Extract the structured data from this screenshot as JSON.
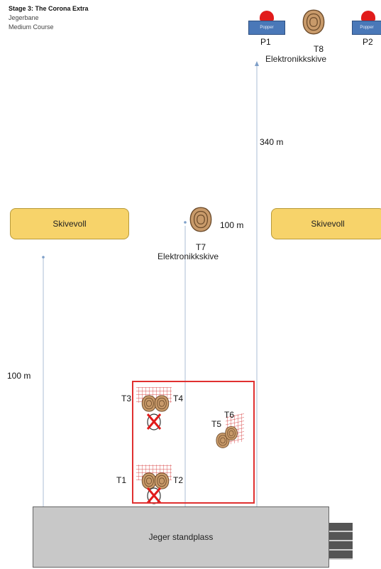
{
  "header": {
    "line1": "Stage 3: The Corona Extra",
    "line2": "Jegerbane",
    "line3": "Medium Course"
  },
  "targets": {
    "p1_box": "Popper",
    "p2_box": "Popper",
    "p1": "P1",
    "p2": "P2",
    "t8": "T8",
    "t8_sub": "Elektronikkskive",
    "t7": "T7",
    "t7_sub": "Elektronikkskive",
    "t1": "T1",
    "t2": "T2",
    "t3": "T3",
    "t4": "T4",
    "t5": "T5",
    "t6": "T6"
  },
  "distances": {
    "d340": "340 m",
    "d100_mid": "100 m",
    "d100_left": "100 m"
  },
  "areas": {
    "skivevoll_left": "Skivevoll",
    "skivevoll_right": "Skivevoll",
    "stand": "Jeger standplass"
  },
  "colors": {
    "skive_fill": "#f7d36a",
    "zone_border": "#e03030",
    "target_brown": "#c89a6a",
    "popper_blue": "#4a78b8",
    "popper_red": "#e11b1b"
  }
}
